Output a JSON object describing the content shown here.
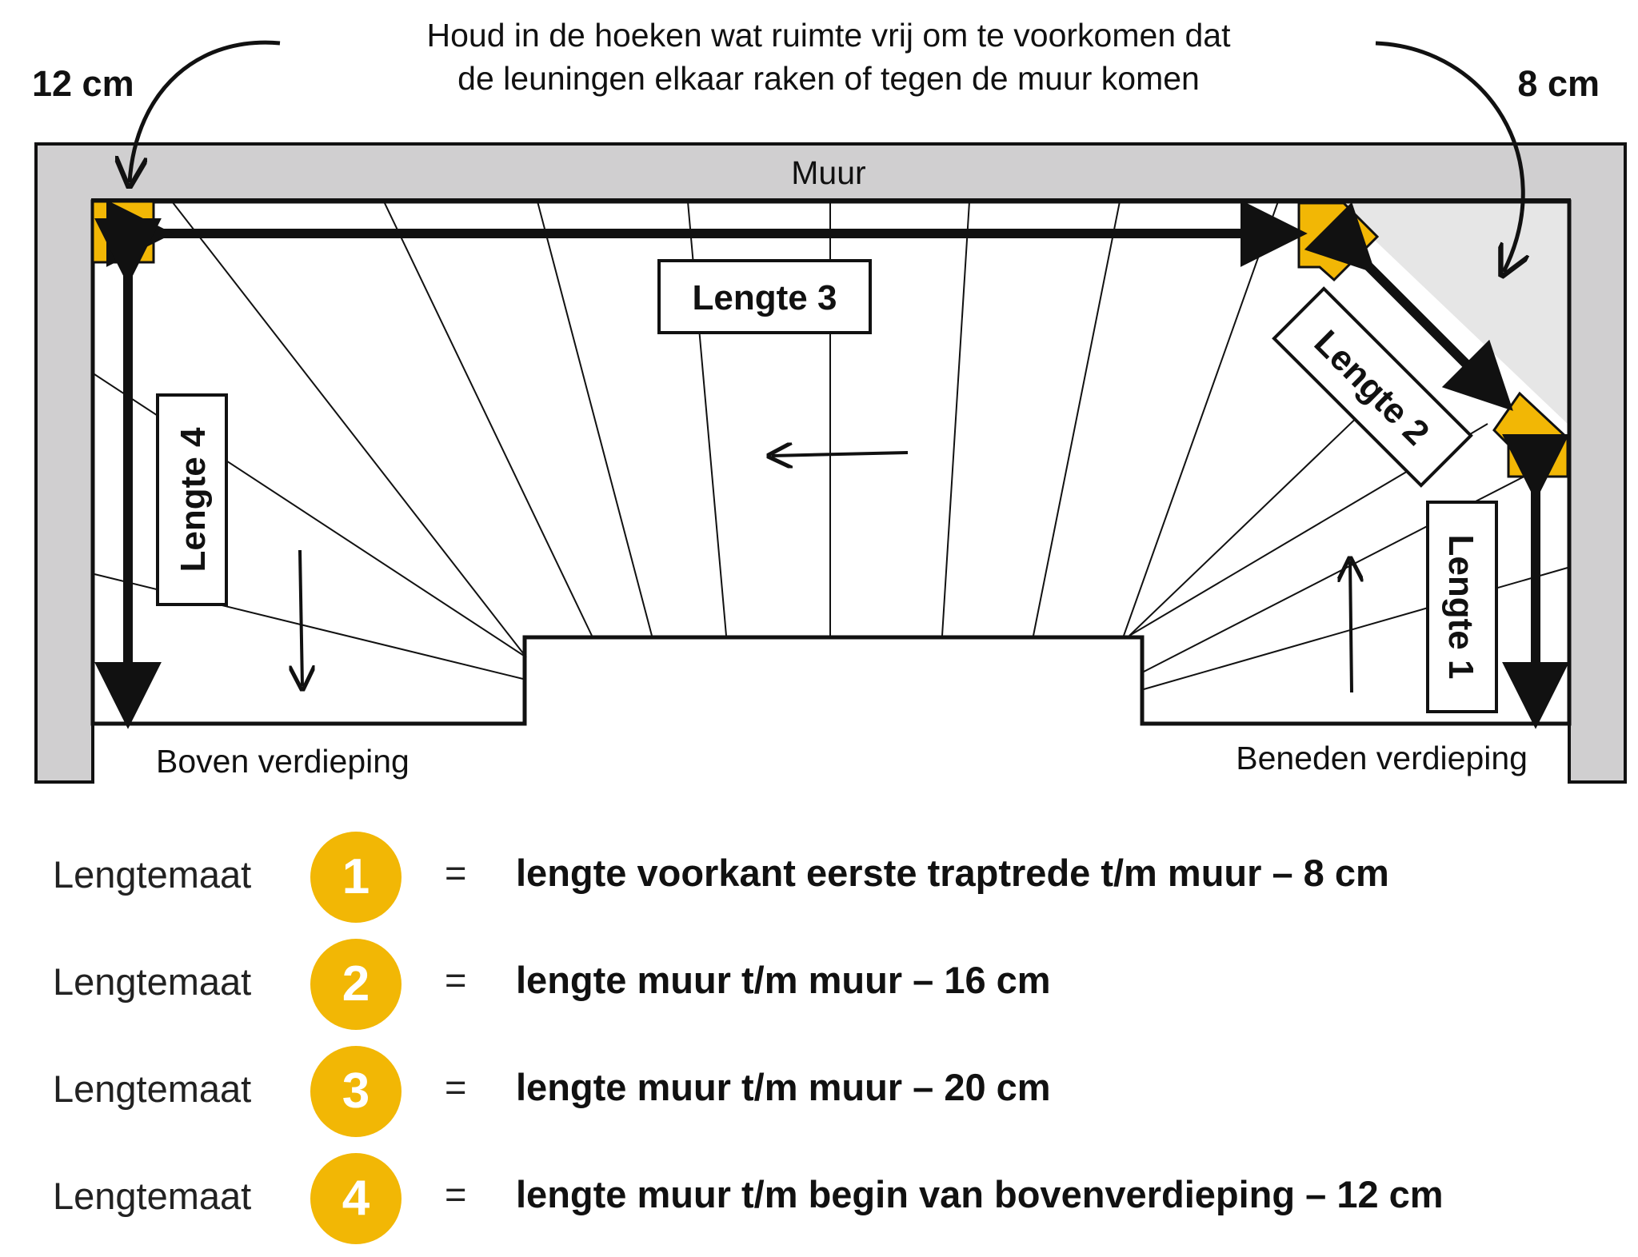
{
  "diagram": {
    "note_line1": "Houd in de hoeken wat ruimte vrij om te voorkomen dat",
    "note_line2": "de leuningen elkaar raken of tegen de muur komen",
    "corner_left": "12 cm",
    "corner_right": "8 cm",
    "wall_label": "Muur",
    "floor_left": "Boven verdieping",
    "floor_right": "Beneden verdieping",
    "labels": {
      "lengte1": "Lengte 1",
      "lengte2": "Lengte 2",
      "lengte3": "Lengte 3",
      "lengte4": "Lengte 4"
    },
    "colors": {
      "wall": "#d0cfd0",
      "post": "#f2b705",
      "badge": "#f2b705"
    }
  },
  "legend": [
    {
      "word": "Lengtemaat",
      "number": "1",
      "eq": "=",
      "desc": "lengte voorkant eerste traptrede t/m muur – 8 cm"
    },
    {
      "word": "Lengtemaat",
      "number": "2",
      "eq": "=",
      "desc": "lengte muur t/m muur – 16 cm"
    },
    {
      "word": "Lengtemaat",
      "number": "3",
      "eq": "=",
      "desc": "lengte muur t/m muur – 20 cm"
    },
    {
      "word": "Lengtemaat",
      "number": "4",
      "eq": "=",
      "desc": "lengte muur t/m begin van bovenverdieping – 12 cm"
    }
  ]
}
